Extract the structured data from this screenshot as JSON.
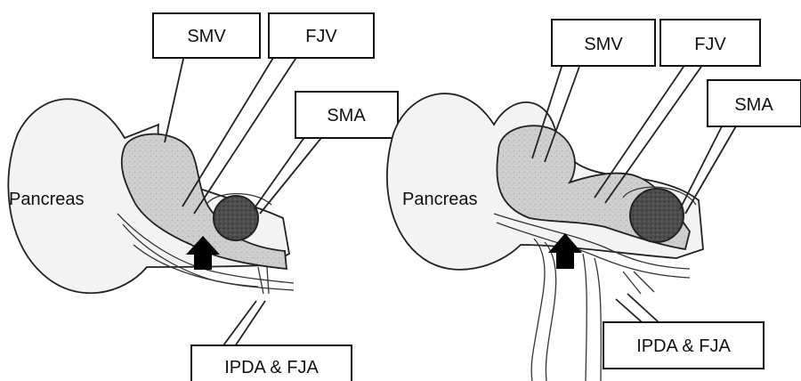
{
  "left_panel": {
    "labels": {
      "smv": "SMV",
      "fjv": "FJV",
      "sma": "SMA",
      "pancreas": "Pancreas",
      "ipda_fja": "IPDA & FJA"
    }
  },
  "right_panel": {
    "labels": {
      "smv": "SMV",
      "fjv": "FJV",
      "sma": "SMA",
      "pancreas": "Pancreas",
      "ipda_fja": "IPDA & FJA"
    }
  },
  "colors": {
    "pancreas_fill": "#f3f3f3",
    "vein_fill": "#cfcfcf",
    "artery_fill": "#4d4d4d",
    "arrow": "#000000",
    "outline": "#222222"
  }
}
